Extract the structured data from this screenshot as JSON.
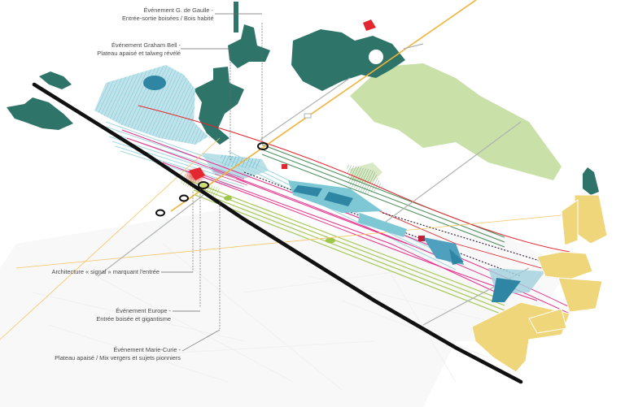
{
  "labels": {
    "gaulle": {
      "line1": "Événement G. de Gaulle -",
      "line2": "Entrée-sortie boisées / Bois habité"
    },
    "bell": {
      "line1": "Événement Graham Bell -",
      "line2": "Plateau apaisé et talweg révélé"
    },
    "signal": {
      "line1": "Architecture « signal » marquant l'entrée"
    },
    "europe": {
      "line1": "Événement Europe -",
      "line2": "Entrée boisée et gigantisme"
    },
    "curie": {
      "line1": "Événement Marie-Curie -",
      "line2": "Plateau apaisé / Mix vergers et sujets pionniers"
    }
  },
  "colors": {
    "forest": "#2f7468",
    "meadow": "#c9e0a8",
    "housing": "#f0d67a",
    "water": "#7ec8d6",
    "rail": "#e8308c",
    "road": "#111111",
    "greenway": "#9fc54a",
    "accent_red": "#e3262f",
    "orange_line": "#f2b33c"
  }
}
